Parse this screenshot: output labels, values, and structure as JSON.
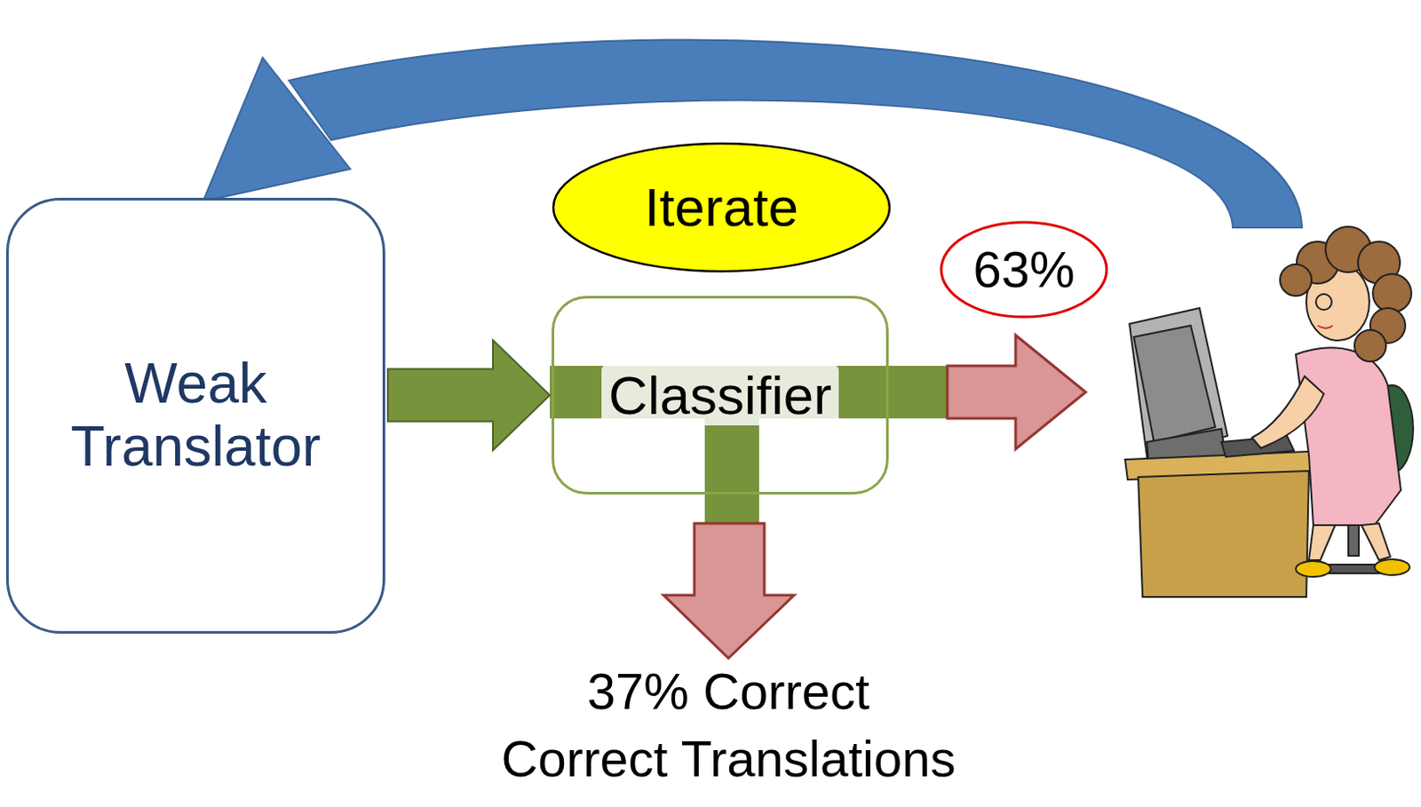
{
  "diagram": {
    "nodes": [
      {
        "text": [
          "Weak Translator"
        ]
      },
      {
        "text": [
          "Iterate"
        ]
      },
      {
        "text": [
          "Classifier"
        ]
      },
      {
        "text": [
          "63%"
        ]
      }
    ],
    "edges": [
      {
        "from": 0,
        "to": 2,
        "arrow": "to"
      }
    ],
    "labels": [
      "37% Correct",
      "Correct Translations"
    ]
  }
}
